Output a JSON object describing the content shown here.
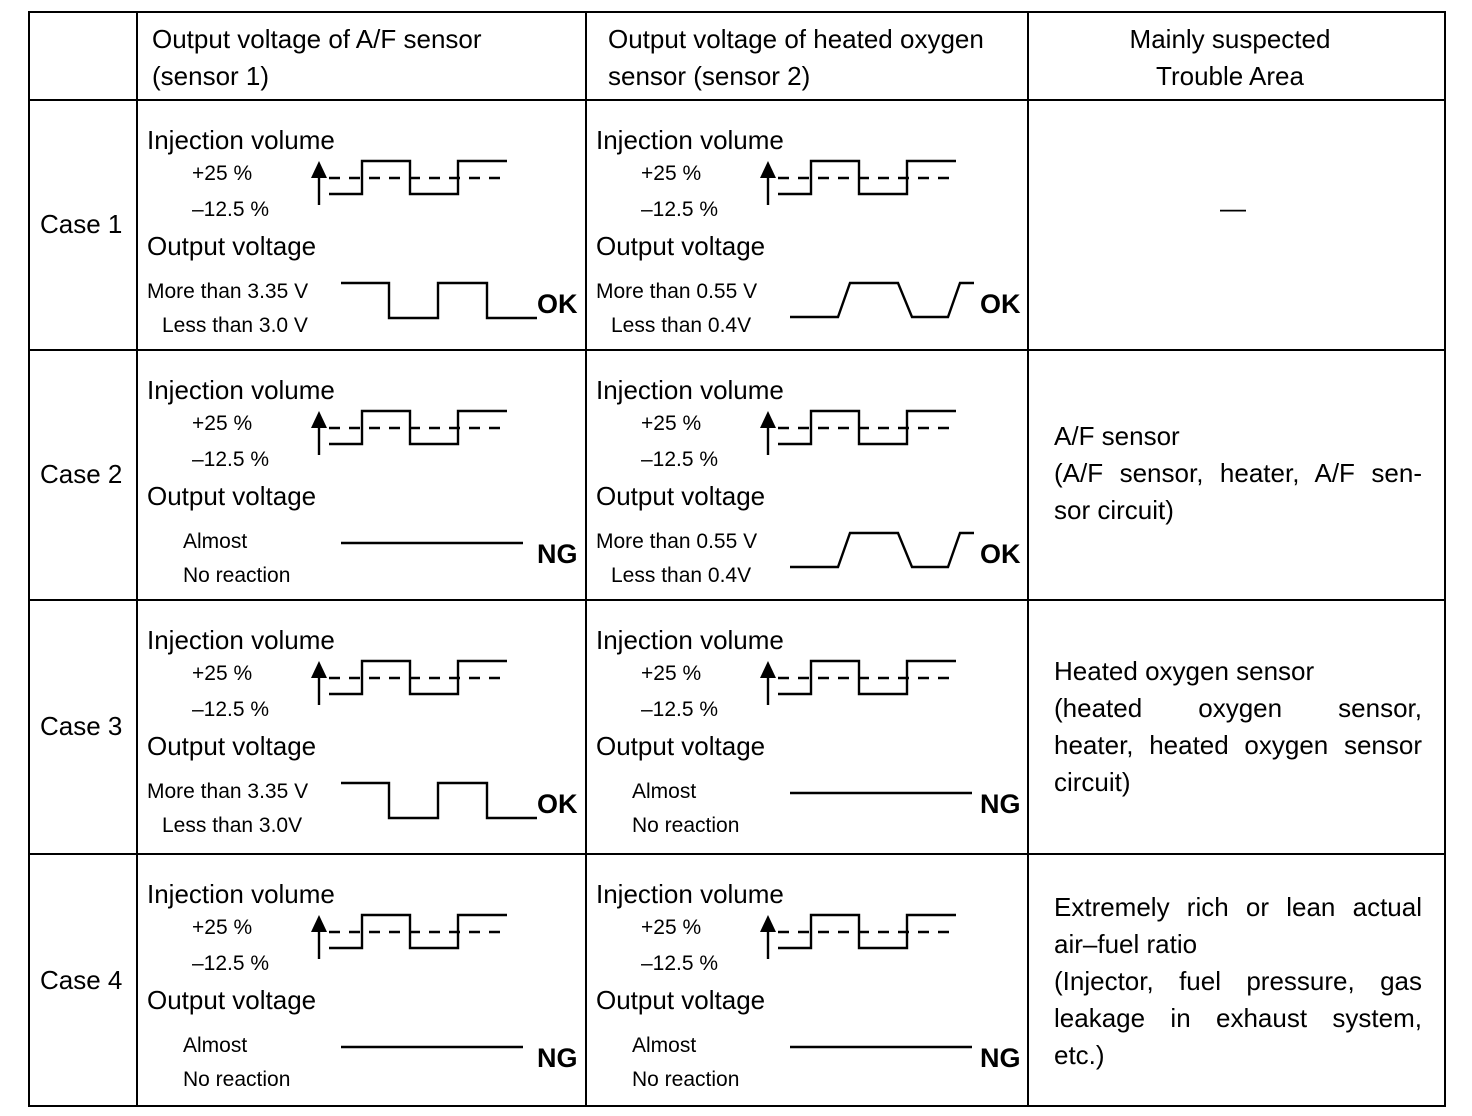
{
  "header": {
    "col_af": [
      "Output voltage of A/F sensor",
      "(sensor 1)"
    ],
    "col_ho2": [
      "Output voltage of heated oxygen",
      "sensor (sensor 2)"
    ],
    "col_area": [
      "Mainly suspected",
      "Trouble Area"
    ]
  },
  "rows": [
    {
      "case": "Case 1",
      "af": {
        "inj_label": "Injection volume",
        "inj_high": "+25 %",
        "inj_low": "–12.5 %",
        "out_label": "Output voltage",
        "out_high": "More than 3.35 V",
        "out_low": "Less than 3.0 V",
        "verdict": "OK"
      },
      "ho2": {
        "inj_label": "Injection volume",
        "inj_high": "+25 %",
        "inj_low": "–12.5 %",
        "out_label": "Output voltage",
        "out_high": "More than 0.55 V",
        "out_low": "Less than 0.4V",
        "verdict": "OK"
      },
      "area": "—"
    },
    {
      "case": "Case 2",
      "af": {
        "inj_label": "Injection volume",
        "inj_high": "+25 %",
        "inj_low": "–12.5 %",
        "out_label": "Output voltage",
        "out_high": "Almost",
        "out_low": "No reaction",
        "verdict": "NG"
      },
      "ho2": {
        "inj_label": "Injection volume",
        "inj_high": "+25 %",
        "inj_low": "–12.5 %",
        "out_label": "Output voltage",
        "out_high": "More than 0.55 V",
        "out_low": "Less than 0.4V",
        "verdict": "OK"
      },
      "area": [
        "A/F sensor",
        "(A/F sensor, heater, A/F sen-",
        "sor circuit)"
      ]
    },
    {
      "case": "Case 3",
      "af": {
        "inj_label": "Injection volume",
        "inj_high": "+25 %",
        "inj_low": "–12.5 %",
        "out_label": "Output voltage",
        "out_high": "More than 3.35 V",
        "out_low": "Less than 3.0V",
        "verdict": "OK"
      },
      "ho2": {
        "inj_label": "Injection volume",
        "inj_high": "+25 %",
        "inj_low": "–12.5 %",
        "out_label": "Output voltage",
        "out_high": "Almost",
        "out_low": "No reaction",
        "verdict": "NG"
      },
      "area": [
        "Heated oxygen sensor",
        "(heated oxygen sensor,",
        "heater, heated oxygen sensor",
        "circuit)"
      ]
    },
    {
      "case": "Case 4",
      "af": {
        "inj_label": "Injection volume",
        "inj_high": "+25 %",
        "inj_low": "–12.5 %",
        "out_label": "Output voltage",
        "out_high": "Almost",
        "out_low": "No reaction",
        "verdict": "NG"
      },
      "ho2": {
        "inj_label": "Injection volume",
        "inj_high": "+25 %",
        "inj_low": "–12.5 %",
        "out_label": "Output voltage",
        "out_high": "Almost",
        "out_low": "No reaction",
        "verdict": "NG"
      },
      "area": [
        "Extremely rich or lean actual",
        "air–fuel ratio",
        "(Injector, fuel pressure, gas",
        "leakage in exhaust system,",
        "etc.)"
      ]
    }
  ]
}
